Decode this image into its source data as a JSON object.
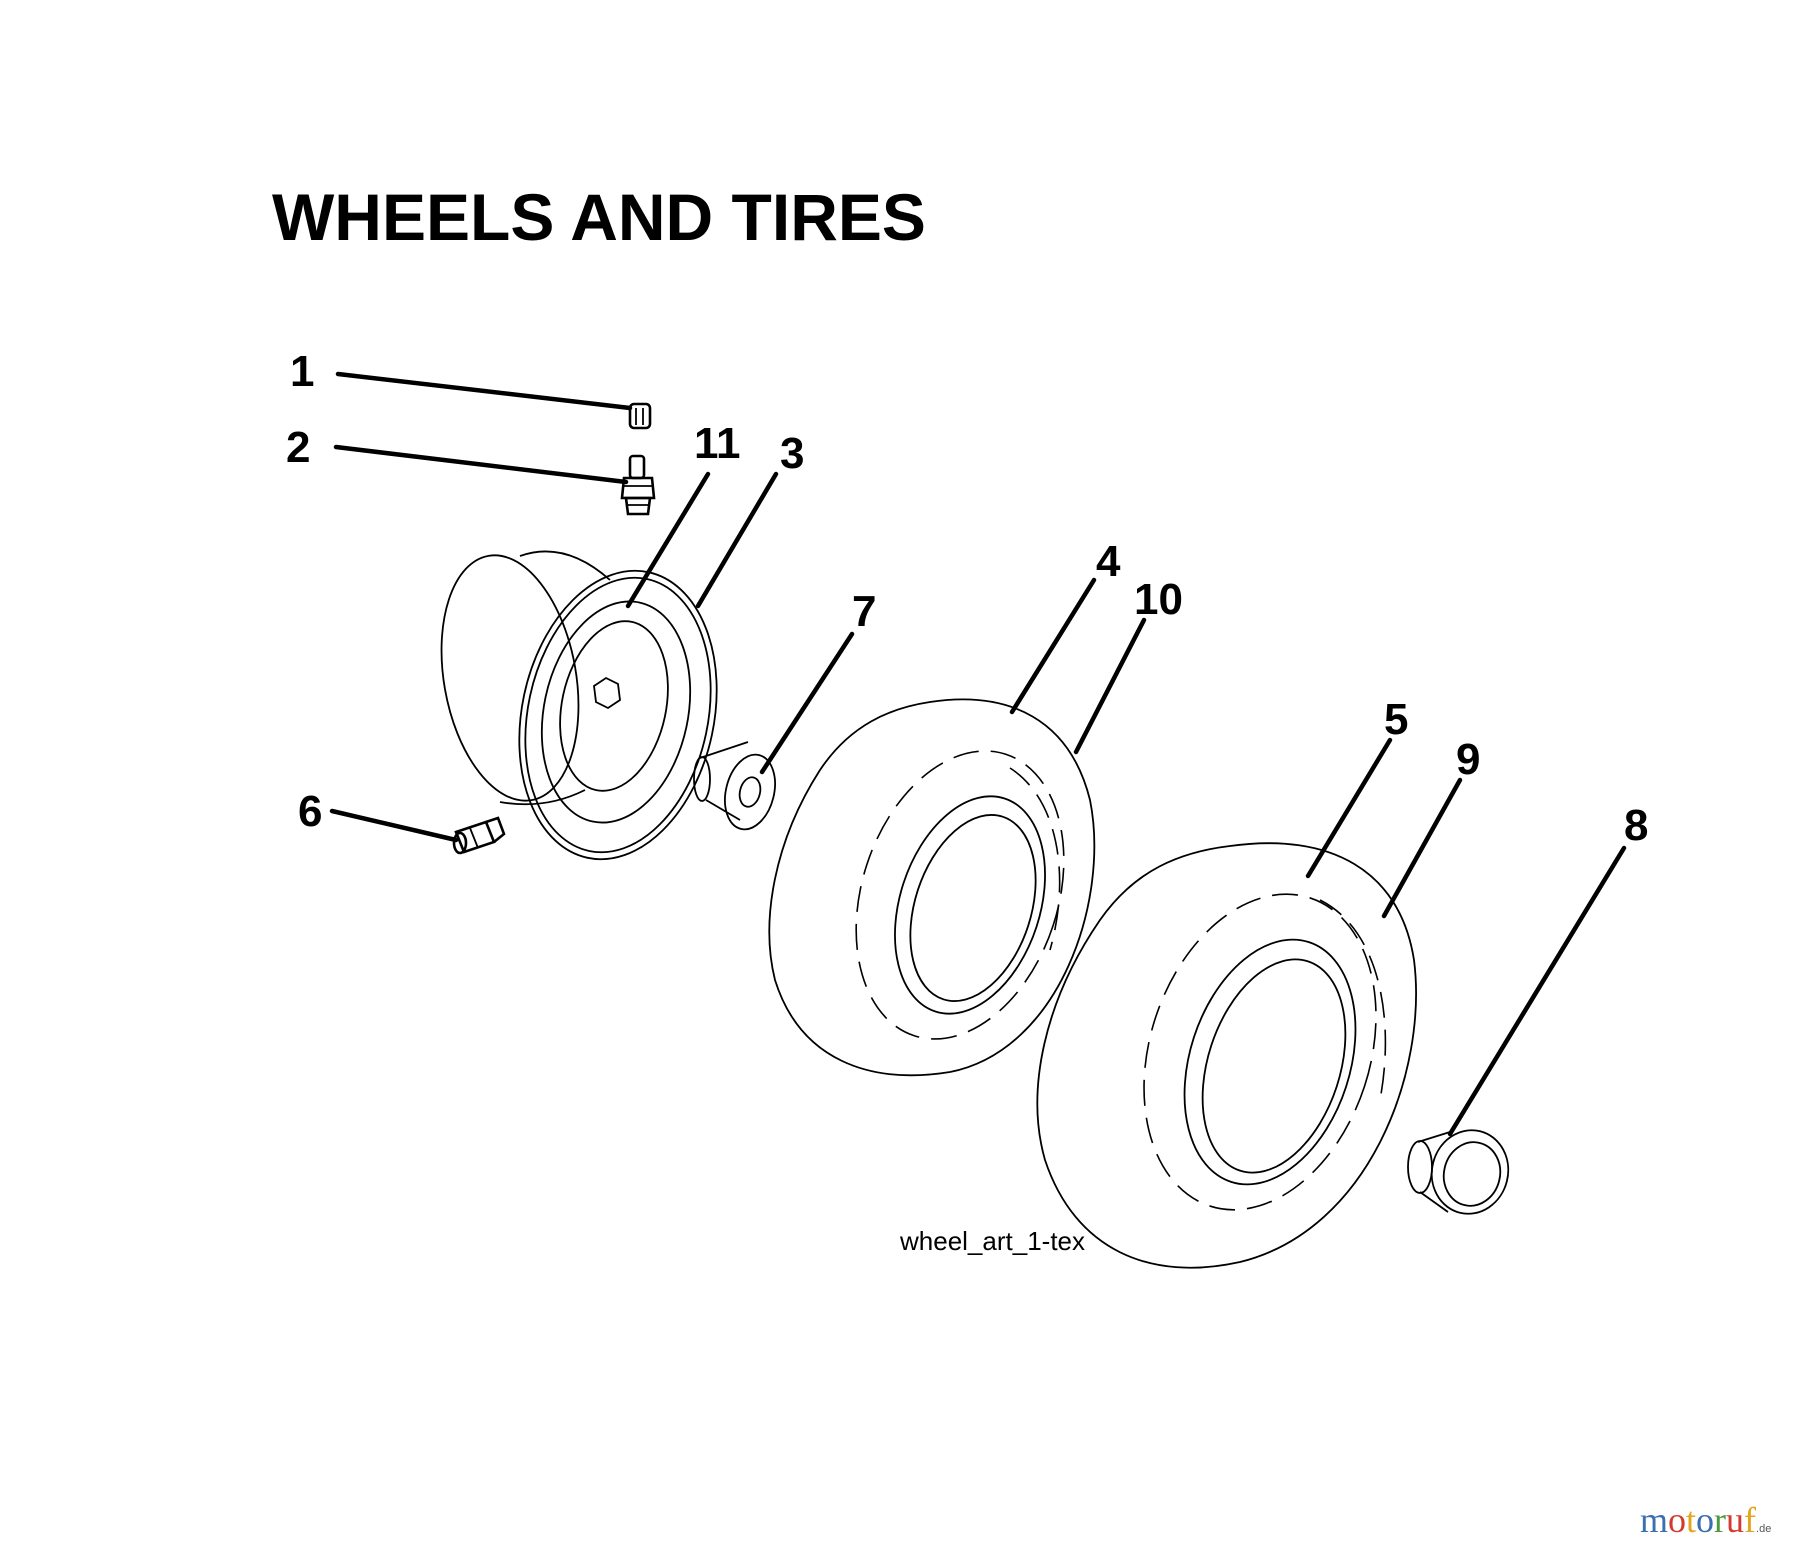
{
  "title": "WHEELS AND TIRES",
  "art_label": "wheel_art_1-tex",
  "callouts": [
    {
      "id": "1",
      "label": "1"
    },
    {
      "id": "2",
      "label": "2"
    },
    {
      "id": "11",
      "label": "11"
    },
    {
      "id": "3",
      "label": "3"
    },
    {
      "id": "4",
      "label": "4"
    },
    {
      "id": "10",
      "label": "10"
    },
    {
      "id": "7",
      "label": "7"
    },
    {
      "id": "6",
      "label": "6"
    },
    {
      "id": "5",
      "label": "5"
    },
    {
      "id": "9",
      "label": "9"
    },
    {
      "id": "8",
      "label": "8"
    }
  ],
  "watermark": {
    "letters": [
      "m",
      "o",
      "t",
      "o",
      "r",
      "u",
      "f"
    ],
    "colors": [
      "#3a6fb0",
      "#d23c2f",
      "#e2a51c",
      "#3a6fb0",
      "#4a9a3e",
      "#d23c2f",
      "#e2a51c"
    ],
    "suffix": ".de"
  }
}
